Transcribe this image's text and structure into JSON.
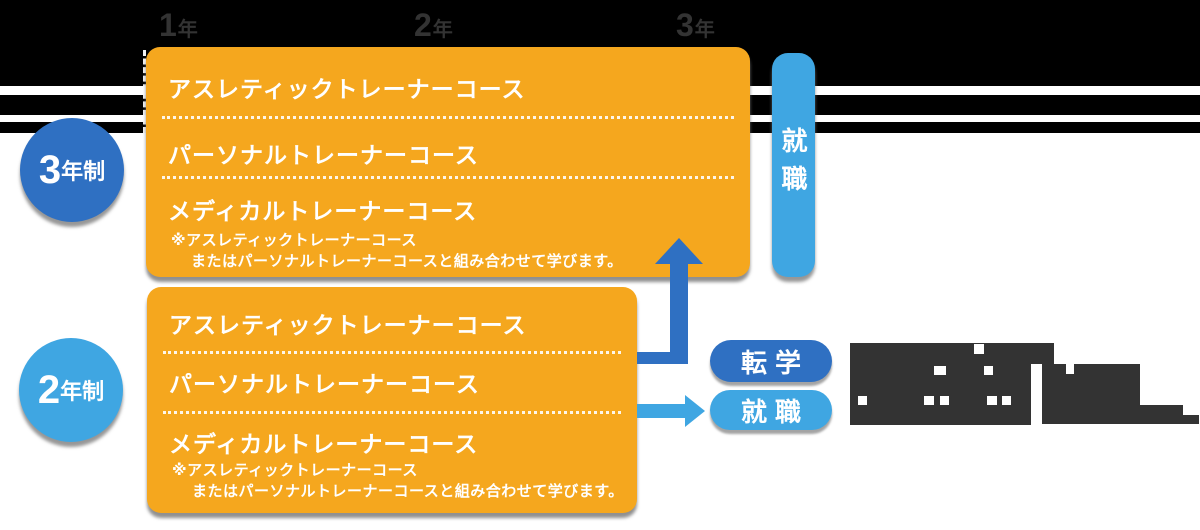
{
  "timeline": {
    "years": [
      {
        "num": "1",
        "suffix": "年"
      },
      {
        "num": "2",
        "suffix": "年"
      },
      {
        "num": "3",
        "suffix": "年"
      }
    ]
  },
  "programs": [
    {
      "badge_num": "3",
      "badge_suffix": "年制",
      "courses": [
        "アスレティックトレーナーコース",
        "パーソナルトレーナーコース",
        "メディカルトレーナーコース"
      ],
      "note_lines": [
        "※アスレティックトレーナーコース",
        "またはパーソナルトレーナーコースと組み合わせて学びます。"
      ]
    },
    {
      "badge_num": "2",
      "badge_suffix": "年制",
      "courses": [
        "アスレティックトレーナーコース",
        "パーソナルトレーナーコース",
        "メディカルトレーナーコース"
      ],
      "note_lines": [
        "※アスレティックトレーナーコース",
        "またはパーソナルトレーナーコースと組み合わせて学びます。"
      ]
    }
  ],
  "outcomes": {
    "employment_vertical": "就職",
    "transfer_pill": "転学",
    "employment_pill": "就職"
  },
  "redacted_note": {
    "legible": false,
    "lines": 3,
    "style": "pixelated-mosaic"
  },
  "colors": {
    "orange": "#f5a71e",
    "dark_blue": "#2f70c2",
    "light_blue": "#3fa6e2",
    "label_gray": "#333333",
    "top_band": "#000000",
    "background": "#ffffff"
  }
}
